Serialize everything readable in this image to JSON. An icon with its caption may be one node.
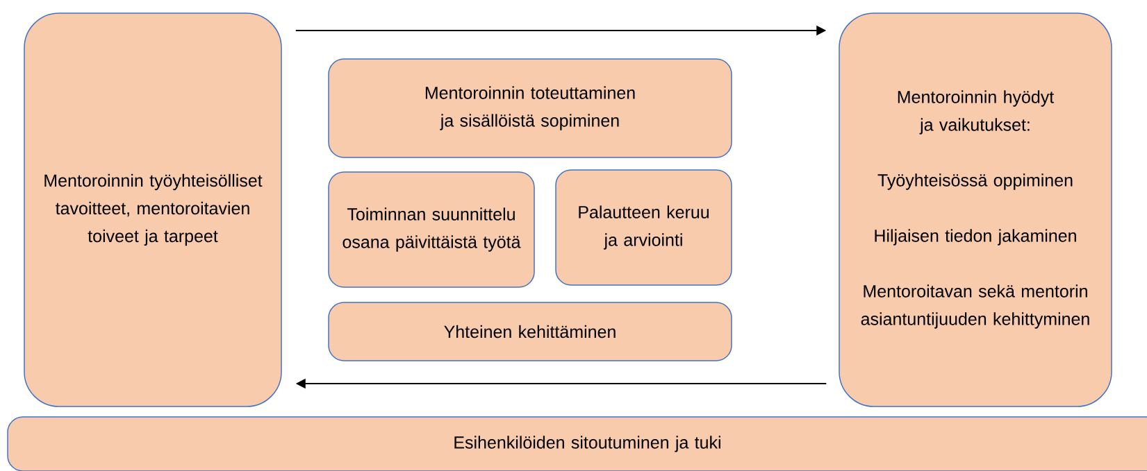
{
  "diagram": {
    "nodes": [
      {
        "text": [
          "Mentoroinnin työyhteisölliset tavoitteet, mentoroitavien toiveet ja tarpeet"
        ]
      },
      {
        "text": [
          "Mentoroinnin toteuttaminen ja sisällöistä sopiminen"
        ]
      },
      {
        "text": [
          "Toiminnan suunnittelu osana päivittäistä työtä"
        ]
      },
      {
        "text": [
          "Palautteen keruu ja arviointi"
        ]
      },
      {
        "text": [
          "Yhteinen kehittäminen"
        ]
      },
      {
        "text": [
          "Mentoroinnin hyödyt ja vaikutukset:",
          "Työyhteisössä oppiminen",
          "Hiljaisen tiedon jakaminen",
          "Mentoroitavan sekä mentorin asiantuntijuuden kehittyminen"
        ]
      },
      {
        "text": [
          "Esihenkilöiden sitoutuminen ja tuki"
        ]
      }
    ],
    "edges": [
      {
        "from": 0,
        "to": 5,
        "arrow": "to"
      },
      {
        "from": 5,
        "to": 0,
        "arrow": "to"
      }
    ]
  }
}
